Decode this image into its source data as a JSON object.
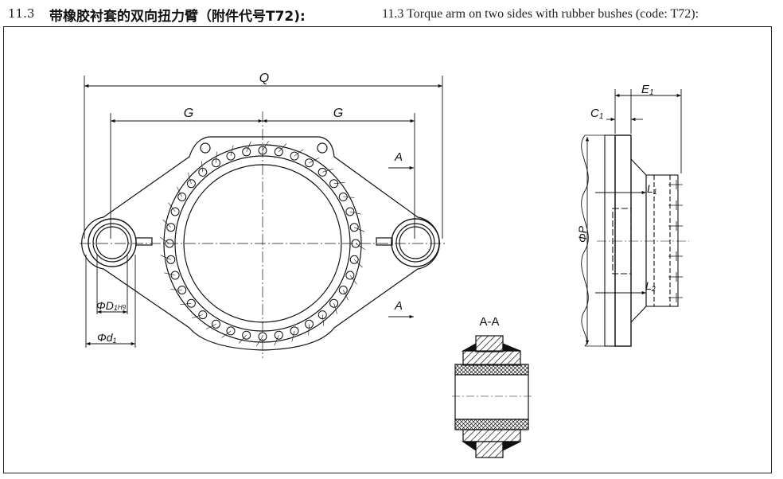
{
  "header": {
    "section_number": "11.3",
    "title_cn": "带橡胶衬套的双向扭力臂（附件代号T72):",
    "title_en": "11.3 Torque arm on two sides with rubber bushes (code: T72):"
  },
  "front_view": {
    "dim_overall": "Q",
    "dim_half_left": "G",
    "dim_half_right": "G",
    "section_mark_top": "A",
    "section_mark_bottom": "A",
    "dim_bush_bore": "ΦD",
    "dim_bush_bore_sub": "1",
    "dim_bush_bore_tol": "H9",
    "dim_bush_od": "Φd",
    "dim_bush_od_sub": "1"
  },
  "section_view": {
    "title": "A-A"
  },
  "side_view": {
    "dim_E": "E",
    "dim_E_sub": "1",
    "dim_C": "C",
    "dim_C_sub": "1",
    "dim_L1": "L",
    "dim_L1_sub": "1",
    "dim_L2": "L",
    "dim_L2_sub": "2",
    "dim_P": "ΦP"
  }
}
